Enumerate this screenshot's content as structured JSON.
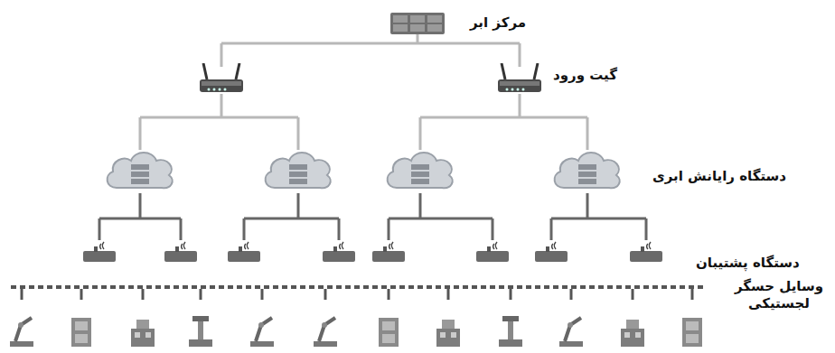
{
  "diagram": {
    "labels": [
      "مرکز ابر",
      "گیت ورود",
      "دستگاه رایانش ابری",
      "دستگاه پشتیبان",
      "وسایل حسگر لجستیکی"
    ]
  }
}
